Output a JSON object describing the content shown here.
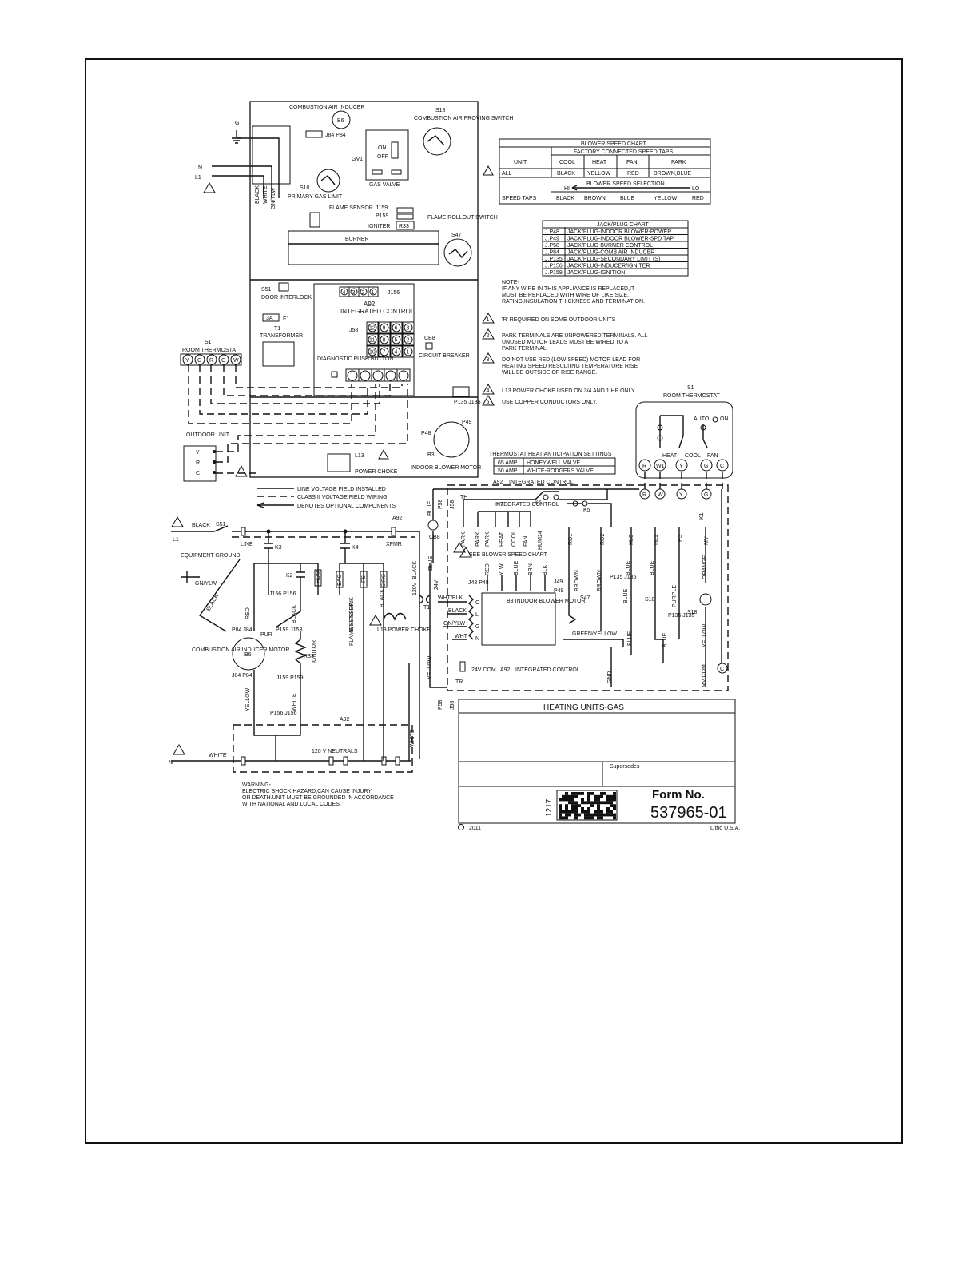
{
  "header_block": {
    "combustion_air_inducer": "COMBUSTION AIR INDUCER",
    "b6": "B6",
    "j84_p84": "J84 P84",
    "s18": "S18",
    "combustion_air_proving_switch": "COMBUSTION AIR PROVING SWITCH",
    "gv1": "GV1",
    "on": "ON",
    "off": "OFF",
    "gas_valve": "GAS VALVE",
    "s10": "S10",
    "primary_gas_limit": "PRIMARY GAS LIMIT",
    "flame_sensor": "FLAME SENSOR",
    "j159": "J159",
    "p159": "P159",
    "igniter": "IGNITER",
    "r33": "R33",
    "flame_rollout_switch": "FLAME ROLLOUT SWITCH",
    "s47": "S47",
    "burner": "BURNER",
    "s51": "S51",
    "door_interlock": "DOOR INTERLOCK",
    "j156": "J156",
    "a92": "A92",
    "integrated_control": "INTEGRATED CONTROL",
    "fuse_3a": "3A",
    "f1": "F1",
    "t1": "T1",
    "transformer": "TRANSFORMER",
    "j58": "J58",
    "cb8": "CB8",
    "circuit_breaker": "CIRCUIT BREAKER",
    "diagnostic_push_button": "DIAGNOSTIC PUSH BUTTON",
    "p135_j135": "P135 J135",
    "p48": "P48",
    "p49": "P49",
    "b3": "B3",
    "indoor_blower_motor": "INDOOR BLOWER MOTOR",
    "l13": "L13",
    "power_choke": "POWER CHOKE",
    "g": "G",
    "n": "N",
    "l1": "L1",
    "wire_black": "BLACK",
    "wire_white": "WHITE",
    "wire_gnylw": "GN/YLW",
    "s1": "S1",
    "room_thermostat": "ROOM THERMOSTAT",
    "outdoor_unit": "OUTDOOR UNIT",
    "terminals": [
      "Y",
      "G",
      "R",
      "C",
      "W"
    ],
    "outdoor_terminals": [
      "Y",
      "R",
      "C"
    ],
    "j58_pins": [
      "12",
      "9",
      "6",
      "3",
      "11",
      "8",
      "5",
      "2",
      "10",
      "7",
      "4",
      "1"
    ],
    "j156_pins": [
      "4",
      "3",
      "2",
      "1"
    ]
  },
  "blower_speed_chart": {
    "title": "BLOWER SPEED CHART",
    "factory_taps": "FACTORY CONNECTED SPEED TAPS",
    "col_unit": "UNIT",
    "cols": [
      "COOL",
      "HEAT",
      "FAN",
      "PARK"
    ],
    "row_label": "ALL",
    "row_values": [
      "BLACK",
      "YELLOW",
      "RED",
      "BROWN,BLUE"
    ],
    "hi": "HI",
    "lo": "LO",
    "selection": "BLOWER SPEED SELECTION",
    "speed_taps": "SPEED TAPS",
    "speed_values": [
      "BLACK",
      "BROWN",
      "BLUE",
      "YELLOW",
      "RED"
    ]
  },
  "jack_plug_chart": {
    "title": "JACK/PLUG CHART",
    "rows": [
      [
        "J.P48",
        "JACK/PLUG-INDOOR BLOWER-POWER"
      ],
      [
        "J.P49",
        "JACK/PLUG-INDOOR BLOWER-SPD TAP"
      ],
      [
        "J.P58",
        "JACK/PLUG-BURNER CONTROL"
      ],
      [
        "J.P84",
        "JACK/PLUG-COMB AIR INDUCER"
      ],
      [
        "J.P135",
        "JACK/PLUG-SECONDARY LIMIT (S)"
      ],
      [
        "J.P156",
        "JACK/PLUG-INDUCER/IGNITER"
      ],
      [
        "J.P159",
        "JACK/PLUG-IGNITION"
      ]
    ]
  },
  "notes": {
    "note_head": "NOTE-",
    "note_lines": [
      "IF ANY WIRE IN THIS APPLIANCE IS REPLACED,IT",
      "MUST BE REPLACED WITH WIRE OF LIKE SIZE,",
      "RATING,INSULATION THICKNESS AND TERMINATION."
    ],
    "items": [
      {
        "num": "1",
        "lines": [
          "'R' REQUIRED ON SOME OUTDOOR UNITS"
        ]
      },
      {
        "num": "2",
        "lines": [
          "PARK TERMINALS ARE UNPOWERED TERMINALS. ALL",
          "UNUSED MOTOR LEADS MUST BE WIRED TO A",
          "PARK TERMINAL."
        ]
      },
      {
        "num": "3",
        "lines": [
          "DO NOT USE RED (LOW SPEED) MOTOR LEAD FOR",
          "HEATING SPEED RESULTING TEMPERATURE RISE",
          "WILL BE OUTSIDE OF RISE RANGE."
        ]
      },
      {
        "num": "4",
        "lines": [
          "L13 POWER CHOKE USED ON 3/4 AND 1 HP ONLY"
        ]
      },
      {
        "num": "5",
        "lines": [
          "USE COPPER CONDUCTORS ONLY."
        ]
      }
    ]
  },
  "legend": {
    "line_voltage": "LINE VOLTAGE FIELD INSTALLED",
    "class_ii": "CLASS II VOLTAGE FIELD WIRING",
    "optional": "DENOTES OPTIONAL COMPONENTS"
  },
  "anticipation": {
    "title": "THERMOSTAT HEAT ANTICIPATION SETTINGS",
    "rows": [
      [
        ".65 AMP",
        "HONEYWELL VALVE"
      ],
      [
        ".50 AMP",
        "WHITE-RODGERS VALVE"
      ]
    ]
  },
  "thermostat2": {
    "s1": "S1",
    "title": "ROOM THERMOSTAT",
    "auto": "AUTO",
    "on": "ON",
    "heat": "HEAT",
    "cool": "COOL",
    "fan": "FAN",
    "terminals": [
      "R",
      "W1",
      "Y",
      "G",
      "C"
    ]
  },
  "schematic": {
    "l1": "L1",
    "n": "N",
    "black": "BLACK",
    "white": "WHITE",
    "s51": "S51",
    "a92": "A92",
    "line": "LINE",
    "xfmr": "XFMR",
    "k3": "K3",
    "k4": "K4",
    "k2": "K2",
    "hum": "HUM",
    "eac": "EAC",
    "fs": "FS",
    "circ": "CIRC",
    "equipment_ground": "EQUIPMENT GROUND",
    "gnylw": "GN/YLW",
    "j156_p156": "J156 P156",
    "red": "RED",
    "pur": "PUR",
    "p84_j84": "P84 J84",
    "b6": "B6",
    "combustion_air_inducer_motor": "COMBUSTION AIR INDUCER MOTOR",
    "p159_j153": "P159 J153",
    "r33": "R33",
    "ignitor": "IGNITOR",
    "j84_p84": "J84 P84",
    "j159_p159": "J159 P159",
    "yellow": "YELLOW",
    "p156_j156": "P156 J156",
    "neutrals": "120 V NEUTRALS",
    "white_pink": "WHITE/ PINK",
    "flame_sensor": "FLAME SENSOR",
    "l13_power_choke": "L13 POWER CHOKE",
    "blue": "BLUE",
    "cb8": "CB8",
    "v120": "120V",
    "v24": "24V",
    "t1": "T1",
    "p58": "P58",
    "j58": "J58",
    "th": "TH",
    "integrated_control": "INTEGRATED CONTROL",
    "k7": "K7",
    "k6": "K6",
    "k5": "K5",
    "k1": "K1",
    "park": "PARK",
    "heat": "HEAT",
    "cool": "COOL",
    "fan": "FAN",
    "hum24": "HUM24",
    "see_blower": "SEE BLOWER SPEED CHART",
    "ro1": "RO1",
    "ro2": "RO2",
    "hl0": "HL0",
    "hl1": "HL1",
    "ps": "PS",
    "mv": "MV",
    "tap_labels": [
      "RED",
      "YLW",
      "BLUE",
      "BRN",
      "BLK"
    ],
    "j48_p48": "J48 P48",
    "j49": "J49",
    "p49": "P49",
    "s47": "S47",
    "brown": "BROWN",
    "p135_j135": "P135 J135",
    "purple": "PURPLE",
    "orange": "ORANGE",
    "s10": "S10",
    "s18": "S18",
    "wht_blk": "WHT/BLK",
    "wht": "WHT",
    "motor_pins": [
      "C",
      "L",
      "G",
      "N"
    ],
    "b3_motor": "B3 INDOOR BLOWER MOTOR",
    "green_yellow": "GREEN/YELLOW",
    "com_24v": "24V COM",
    "tr": "TR",
    "gnd": "GND",
    "mv_com": "MV COM",
    "c": "C",
    "r": "R",
    "w": "W",
    "y": "Y",
    "g": "G",
    "warning": [
      "WARNING-",
      "ELECTRIC SHOCK HAZARD,CAN CAUSE INJURY",
      "OR DEATH.UNIT MUST BE GROUNDED IN ACCORDANCE",
      "WITH NATIONAL AND LOCAL CODES."
    ]
  },
  "title_block": {
    "title": "HEATING UNITS-GAS",
    "supersedes": "Supersedes",
    "code": "1217",
    "form_no_label": "Form No.",
    "form_no": "537965-01",
    "copyright": "2011",
    "litho": "Litho U.S.A."
  }
}
